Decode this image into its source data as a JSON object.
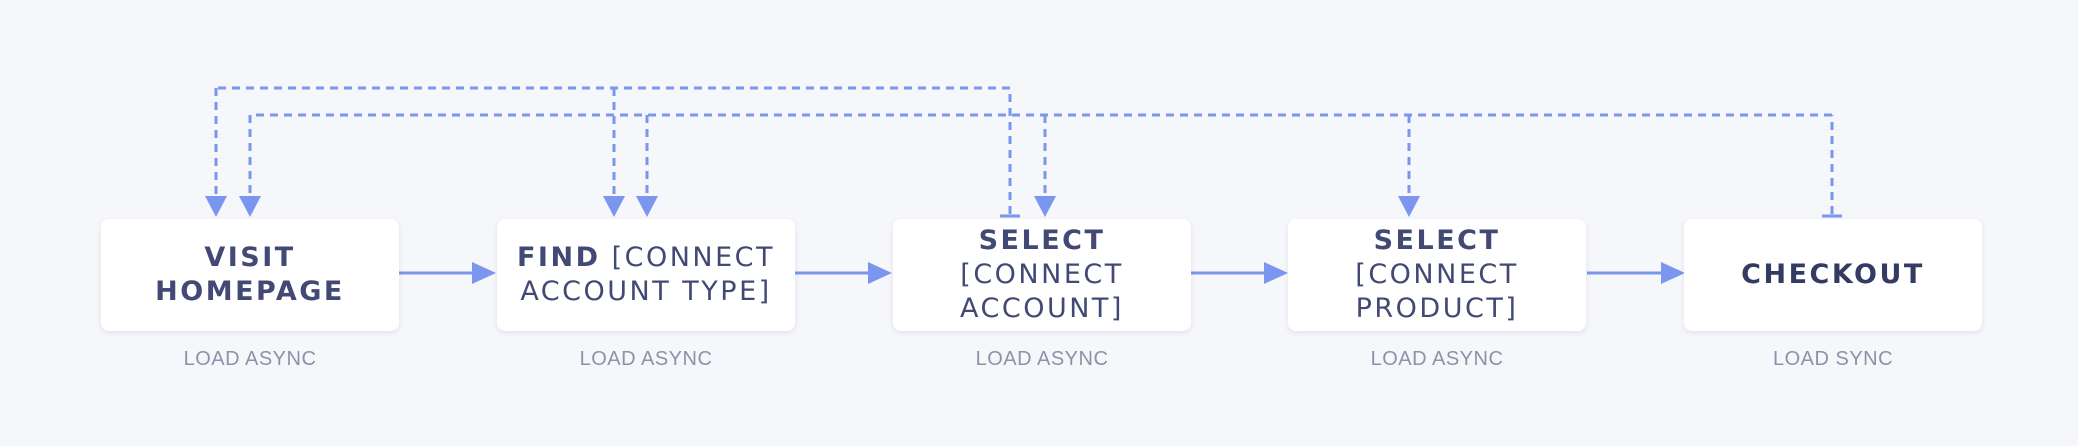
{
  "steps": [
    {
      "bold": "VISIT",
      "rest": "HOMEPAGE",
      "caption": "LOAD ASYNC"
    },
    {
      "bold": "FIND",
      "rest": "[CONNECT ACCOUNT TYPE]",
      "caption": "LOAD ASYNC"
    },
    {
      "bold": "SELECT",
      "rest": "[CONNECT ACCOUNT]",
      "caption": "LOAD ASYNC"
    },
    {
      "bold": "SELECT",
      "rest": "[CONNECT PRODUCT]",
      "caption": "LOAD ASYNC"
    },
    {
      "bold": "CHECKOUT",
      "rest": "",
      "caption": "LOAD SYNC"
    }
  ],
  "colors": {
    "connector": "#7b96ee",
    "background": "#f6f7fb",
    "box": "#ffffff",
    "title": "#414974",
    "caption": "#8a93a8"
  }
}
